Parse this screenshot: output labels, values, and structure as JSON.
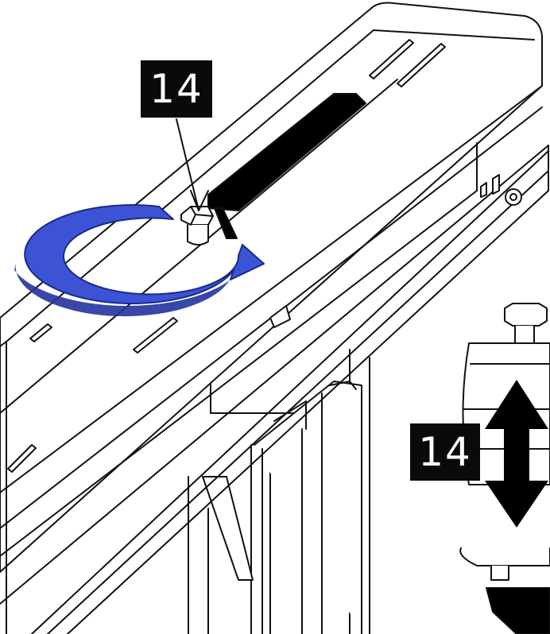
{
  "callouts": {
    "top_label": "14",
    "side_label": "14"
  },
  "colors": {
    "rotation_arrow": "#3c53d6",
    "rotation_arrow_dark": "#22339e",
    "line": "#111111",
    "callout_bg": "#0a0a0a",
    "callout_text": "#ffffff"
  },
  "icons": {
    "rotation": "circular-arrow-clockwise",
    "adjust": "vertical-double-arrow"
  }
}
